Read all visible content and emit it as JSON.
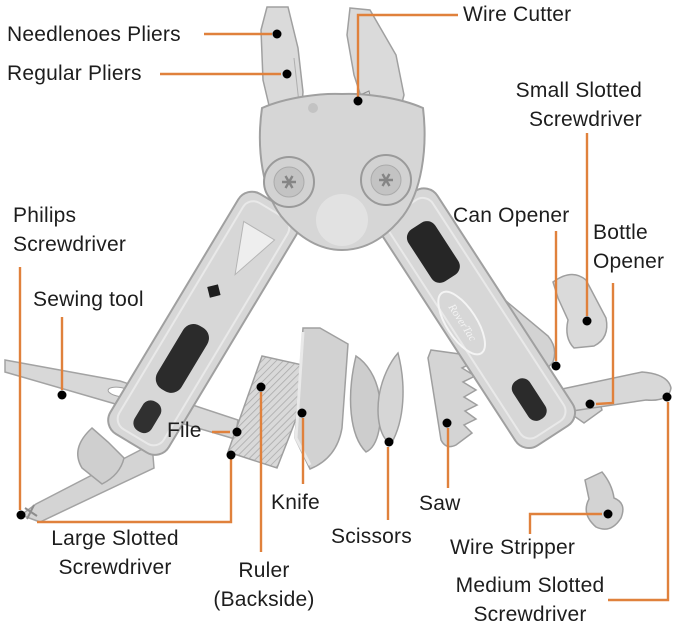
{
  "figure": {
    "type": "product-annotation-diagram",
    "subject": "multitool",
    "brand": "RoverTac",
    "accent_color": "#E0813C",
    "dot_color": "#000000",
    "text_color": "#1D1D1D",
    "background_color": "#FFFFFF"
  },
  "labels": [
    {
      "id": "needlenose-pliers",
      "text": "Needlenoes Pliers"
    },
    {
      "id": "regular-pliers",
      "text": "Regular Pliers"
    },
    {
      "id": "wire-cutter",
      "text": "Wire Cutter"
    },
    {
      "id": "small-slotted-screwdriver",
      "text": "Small Slotted\nScrewdriver"
    },
    {
      "id": "can-opener",
      "text": "Can Opener"
    },
    {
      "id": "bottle-opener",
      "text": "Bottle\nOpener"
    },
    {
      "id": "philips-screwdriver",
      "text": "Philips\nScrewdriver"
    },
    {
      "id": "sewing-tool",
      "text": "Sewing tool"
    },
    {
      "id": "file",
      "text": "File"
    },
    {
      "id": "knife",
      "text": "Knife"
    },
    {
      "id": "large-slotted-screwdriver",
      "text": "Large Slotted\nScrewdriver"
    },
    {
      "id": "ruler-backside",
      "text": "Ruler\n(Backside)"
    },
    {
      "id": "scissors",
      "text": "Scissors"
    },
    {
      "id": "saw",
      "text": "Saw"
    },
    {
      "id": "wire-stripper",
      "text": "Wire Stripper"
    },
    {
      "id": "medium-slotted-screwdriver",
      "text": "Medium Slotted\nScrewdriver"
    }
  ]
}
